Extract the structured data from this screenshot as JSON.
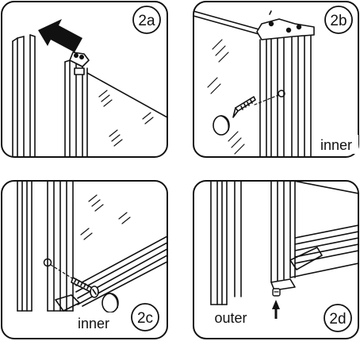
{
  "panels": [
    {
      "id": "2a",
      "label": "2a",
      "caption": ""
    },
    {
      "id": "2b",
      "label": "2b",
      "caption": "inner"
    },
    {
      "id": "2c",
      "label": "2c",
      "caption": "inner"
    },
    {
      "id": "2d",
      "label": "2d",
      "caption": "outer"
    }
  ]
}
